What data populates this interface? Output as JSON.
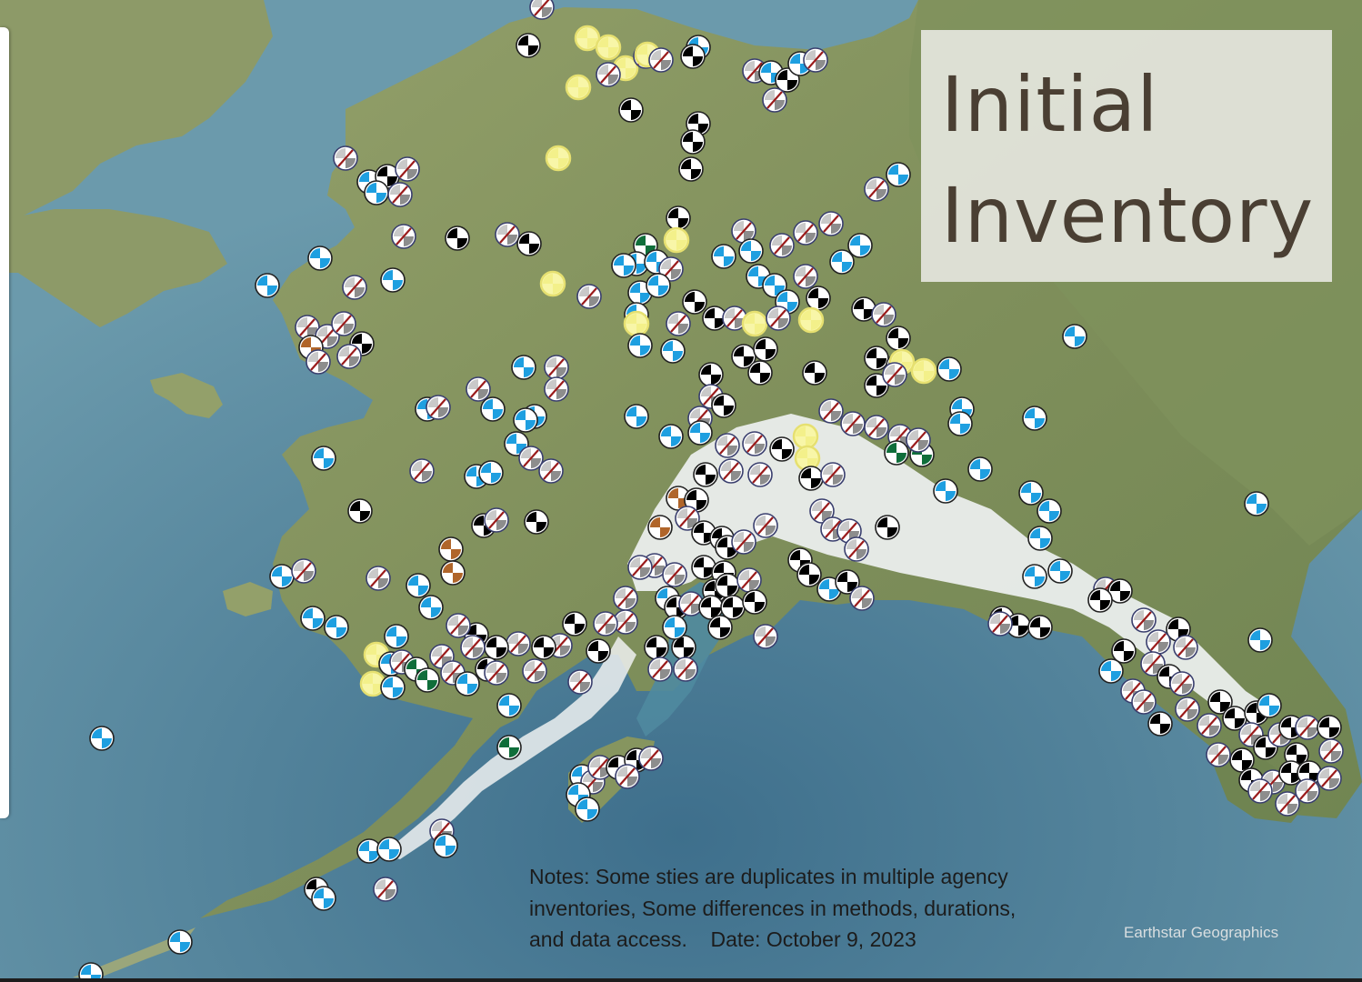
{
  "map": {
    "title_line1": "Initial",
    "title_line2": "Inventory",
    "notes_line1": "Notes: Some sties are duplicates in multiple agency",
    "notes_line2": "inventories, Some differences in methods, durations,",
    "notes_line3": "and data access.    Date: October 9, 2023",
    "attribution": "Earthstar Geographics"
  },
  "colors": {
    "ocean": "#5f8fa3",
    "land": "#8a9a63",
    "tundra": "#a1a26f",
    "mountains_snow": "#f2f4f4",
    "marker_blue": "#1e9fe0",
    "marker_black": "#000000",
    "marker_hatched": "#9a1b1b",
    "marker_yellow": "#f3f08a",
    "marker_green": "#0f6e3a",
    "marker_brown": "#b0652a",
    "marker_teal": "#7ccdb8",
    "title_text": "#4a3f33"
  },
  "marker_types": [
    "blue-quadrant-icon",
    "black-quadrant-icon",
    "hatched-quadrant-icon",
    "yellow-quadrant-icon",
    "green-quadrant-icon",
    "brown-quadrant-icon"
  ]
}
